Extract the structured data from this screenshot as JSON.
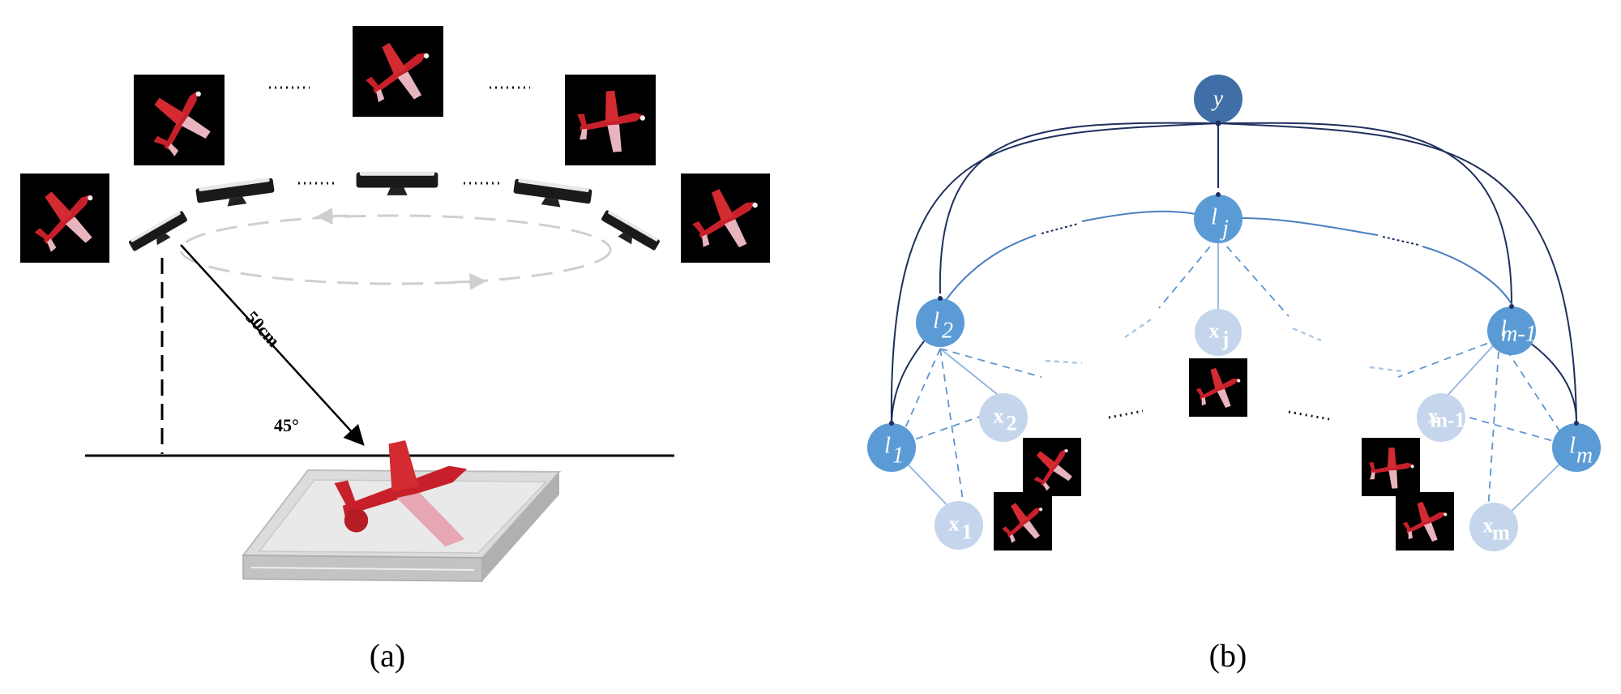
{
  "panels": {
    "a": {
      "label": "(a)",
      "distance_label": "50cm",
      "angle_label": "45°"
    },
    "b": {
      "label": "(b)",
      "nodes": {
        "y": "y",
        "lj": "l",
        "lj_sub": "j",
        "l2": "l",
        "l2_sub": "2",
        "lm1": "l",
        "lm1_sub": "m-1",
        "l1": "l",
        "l1_sub": "1",
        "lm": "l",
        "lm_sub": "m",
        "xj": "x",
        "xj_sub": "j",
        "x2": "x",
        "x2_sub": "2",
        "xm1": "x",
        "xm1_sub": "m-1",
        "x1": "x",
        "x1_sub": "1",
        "xm": "x",
        "xm_sub": "m"
      }
    }
  },
  "colors": {
    "root_node": "#3f6fa6",
    "latent_node": "#5b9bd5",
    "observed_node": "#c5d6ec",
    "dark_edge": "#1f2f5e",
    "airplane": "#c8202a"
  },
  "icons": {
    "airplane_thumbnail": "airplane-icon",
    "camera": "depth-camera-icon",
    "turntable": "turntable-icon"
  }
}
